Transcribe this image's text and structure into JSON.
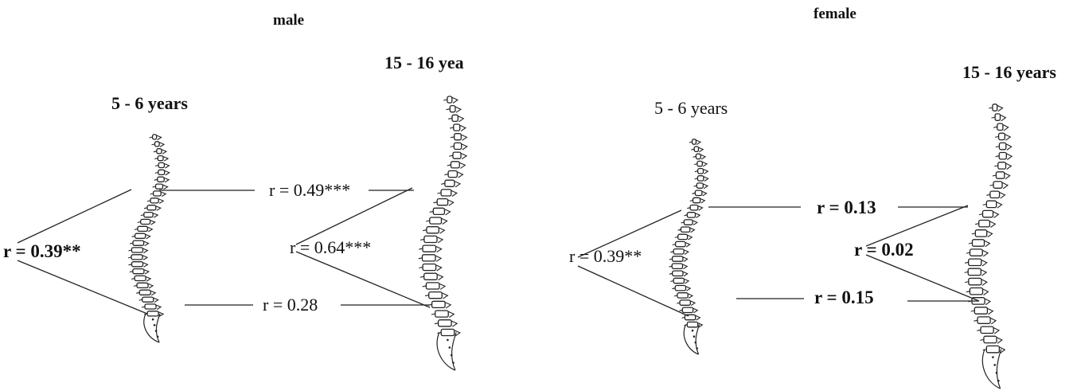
{
  "panels": [
    {
      "id": "male",
      "sex_label": "male",
      "young_label": "5 - 6  years",
      "old_label": "15 - 16 yea",
      "r_upper": "r = 0.49***",
      "r_lower": "r = 0.28",
      "r_young": "r = 0.39**",
      "r_old": "r = 0.64***"
    },
    {
      "id": "female",
      "sex_label": "female",
      "young_label": "5 - 6  years",
      "old_label": "15 - 16 years",
      "r_upper": "r = 0.13",
      "r_lower": "r = 0.15",
      "r_young": "r = 0.39**",
      "r_old": "r = 0.02"
    }
  ],
  "icons": [
    "spine-icon"
  ]
}
